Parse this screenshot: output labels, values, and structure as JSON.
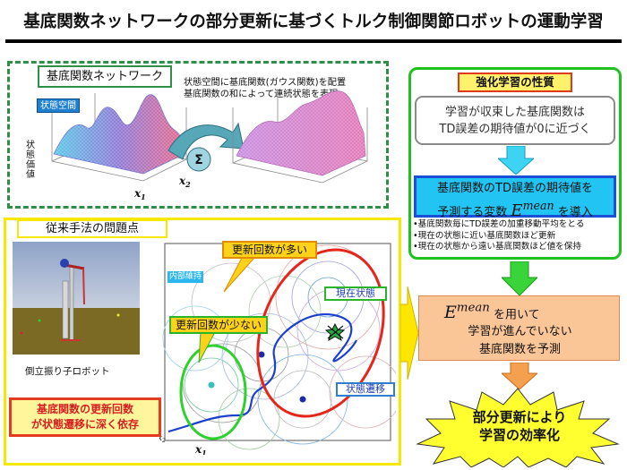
{
  "title": "基底関数ネットワークの部分更新に基づくトルク制御関節ロボットの運動学習",
  "network": {
    "title": "基底関数ネットワーク",
    "desc_line1": "状態空間に基底関数(ガウス関数)を配置",
    "desc_line2": "基底関数の和によって連続状態を表現",
    "state_tag": "状態空間",
    "value_label": "状態価値",
    "sum_symbol": "Σ",
    "axis_x1": "x",
    "axis_x1_sub": "1",
    "axis_x2": "x",
    "axis_x2_sub": "2"
  },
  "problem": {
    "title": "従来手法の問題点",
    "robot_caption": "倒立振り子ロボット",
    "many_updates": "更新回数が多い",
    "few_updates": "更新回数が少ない",
    "current_state": "現在状態",
    "state_transition": "状態遷移",
    "internal_tag": "内部維持",
    "dependency_line1": "基底関数の更新回数",
    "dependency_line2": "が状態遷移に深く依存",
    "plot_x": "x",
    "plot_x_sub": "1",
    "plot_y": "x",
    "plot_y_sub": "2"
  },
  "rl": {
    "title": "強化学習の性質",
    "box_line1": "学習が収束した基底関数は",
    "box_line2": "TD誤差の期待値が0に近づく",
    "blue_line1": "基底関数のTD誤差の期待値を",
    "blue_line2_pre": "予測する変数",
    "blue_E": "E",
    "blue_sup": "mean",
    "blue_line2_post": "を導入",
    "bullets": [
      "•基底関数毎にTD誤差の加重移動平均をとる",
      "•現在の状態に近い基底関数ほど更新",
      "•現在の状態から遠い基底関数ほど値を保持"
    ]
  },
  "proposal": {
    "E": "E",
    "sup": "mean",
    "line1_post": "を用いて",
    "line2": "学習が進んでいない",
    "line3": "基底関数を予測"
  },
  "result": {
    "line1": "部分更新により",
    "line2": "学習の効率化"
  },
  "colors": {
    "green": "#1fc11f",
    "yellow": "#f6e800",
    "red": "#e53b1e",
    "blue": "#1a4fd6",
    "orange": "#fbc697"
  }
}
